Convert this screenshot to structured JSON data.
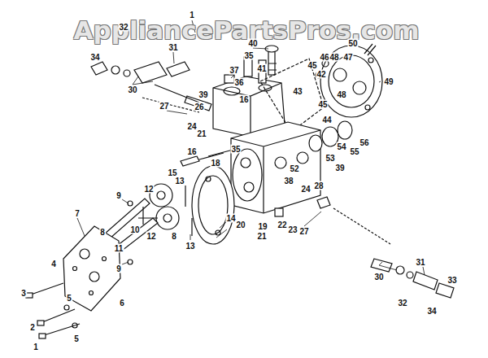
{
  "diagram": {
    "labels": [
      "AppliancePartsPros.com",
      "1",
      "32",
      "31",
      "34",
      "30",
      "40",
      "50",
      "46",
      "48",
      "47",
      "35",
      "41",
      "45",
      "42",
      "49",
      "37",
      "36",
      "39",
      "16",
      "43",
      "48",
      "45",
      "27",
      "26",
      "24",
      "21",
      "44",
      "54",
      "55",
      "56",
      "35",
      "53",
      "16",
      "18",
      "15",
      "39",
      "52",
      "13",
      "38",
      "24",
      "12",
      "9",
      "10",
      "7",
      "12",
      "19",
      "20",
      "28",
      "21",
      "22",
      "23",
      "27",
      "8",
      "8",
      "13",
      "11",
      "9",
      "14",
      "4",
      "31",
      "30",
      "33",
      "3",
      "6",
      "5",
      "32",
      "34",
      "2",
      "5",
      "1"
    ]
  }
}
